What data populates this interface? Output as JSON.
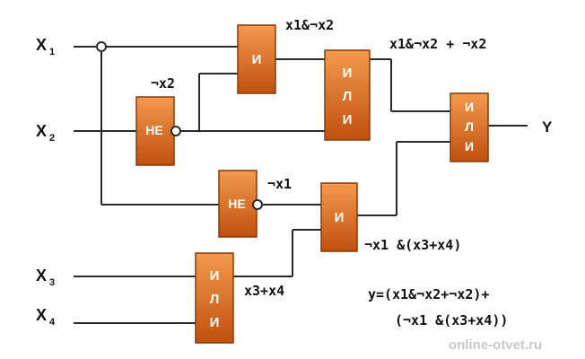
{
  "inputs": {
    "x1": {
      "main": "X",
      "sub": "1"
    },
    "x2": {
      "main": "X",
      "sub": "2"
    },
    "x3": {
      "main": "X",
      "sub": "3"
    },
    "x4": {
      "main": "X",
      "sub": "4"
    }
  },
  "output": {
    "label": "Y"
  },
  "gates": {
    "and1": "И",
    "not_x2": "НЕ",
    "or1": [
      "И",
      "Л",
      "И"
    ],
    "or_final": [
      "И",
      "Л",
      "И"
    ],
    "not_x1": "НЕ",
    "and2": "И",
    "or_x3x4": [
      "И",
      "Л",
      "И"
    ]
  },
  "annotations": {
    "and1_out": "x1&¬x2",
    "or1_out": "x1&¬x2 + ¬x2",
    "not_x2_out": "¬x2",
    "not_x1_out": "¬x1",
    "and2_out": "¬x1 &(x3+x4)",
    "or_x3x4_out": "x3+x4",
    "formula_line1": "y=(x1&¬x2+¬x2)+",
    "formula_line2": "(¬x1 &(x3+x4))"
  },
  "watermark": "online-otvet.ru",
  "colors": {
    "gate_fill_top": "#f08a3a",
    "gate_fill_bottom": "#c2530f",
    "gate_stroke": "#8a3a08",
    "wire": "#2a2a2a"
  }
}
